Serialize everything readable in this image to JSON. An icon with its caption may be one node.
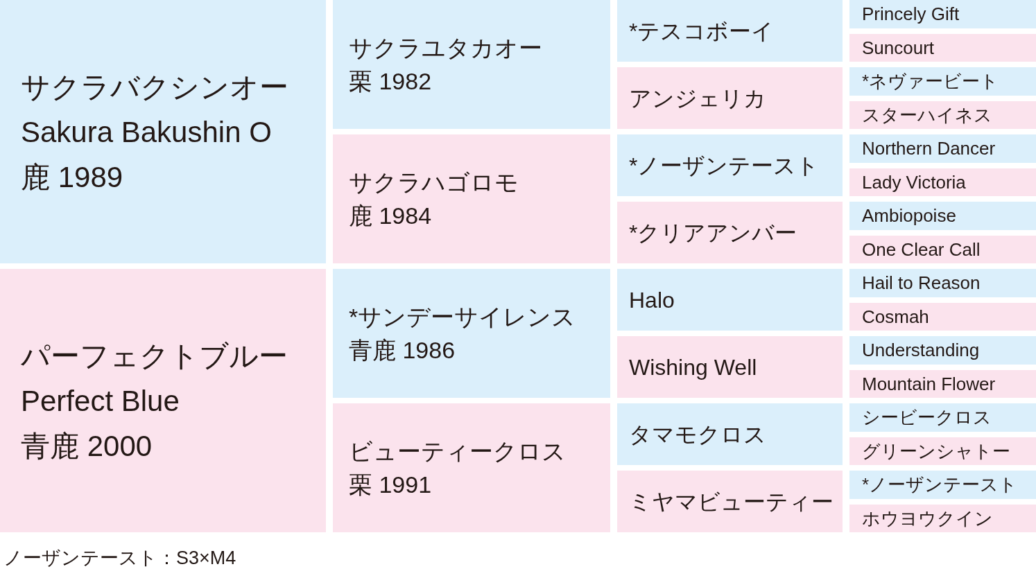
{
  "diagram": {
    "nodes": [
      {
        "text": [
          "サクラバクシンオー",
          "Sakura Bakushin O",
          "鹿 1989"
        ]
      },
      {
        "text": [
          "サクラユタカオー",
          "栗 1982"
        ]
      },
      {
        "text": [
          "*テスコボーイ"
        ]
      },
      {
        "text": [
          "Princely Gift"
        ]
      },
      {
        "text": [
          "Suncourt"
        ]
      },
      {
        "text": [
          "アンジェリカ"
        ]
      },
      {
        "text": [
          "*ネヴァービート"
        ]
      },
      {
        "text": [
          "スターハイネス"
        ]
      },
      {
        "text": [
          "サクラハゴロモ",
          "鹿 1984"
        ]
      },
      {
        "text": [
          "*ノーザンテースト"
        ]
      },
      {
        "text": [
          "Northern Dancer"
        ]
      },
      {
        "text": [
          "Lady Victoria"
        ]
      },
      {
        "text": [
          "*クリアアンバー"
        ]
      },
      {
        "text": [
          "Ambiopoise"
        ]
      },
      {
        "text": [
          "One Clear Call"
        ]
      },
      {
        "text": [
          "パーフェクトブルー",
          "Perfect Blue",
          "青鹿 2000"
        ]
      },
      {
        "text": [
          "*サンデーサイレンス",
          "青鹿 1986"
        ]
      },
      {
        "text": [
          "Halo"
        ]
      },
      {
        "text": [
          "Hail to Reason"
        ]
      },
      {
        "text": [
          "Cosmah"
        ]
      },
      {
        "text": [
          "Wishing Well"
        ]
      },
      {
        "text": [
          "Understanding"
        ]
      },
      {
        "text": [
          "Mountain Flower"
        ]
      },
      {
        "text": [
          "ビューティークロス",
          "栗 1991"
        ]
      },
      {
        "text": [
          "タマモクロス"
        ]
      },
      {
        "text": [
          "シービークロス"
        ]
      },
      {
        "text": [
          "グリーンシャトー"
        ]
      },
      {
        "text": [
          "ミヤマビューティー"
        ]
      },
      {
        "text": [
          "*ノーザンテースト"
        ]
      },
      {
        "text": [
          "ホウヨウクイン"
        ]
      }
    ],
    "labels": [
      "ノーザンテースト：S3×M4"
    ]
  }
}
